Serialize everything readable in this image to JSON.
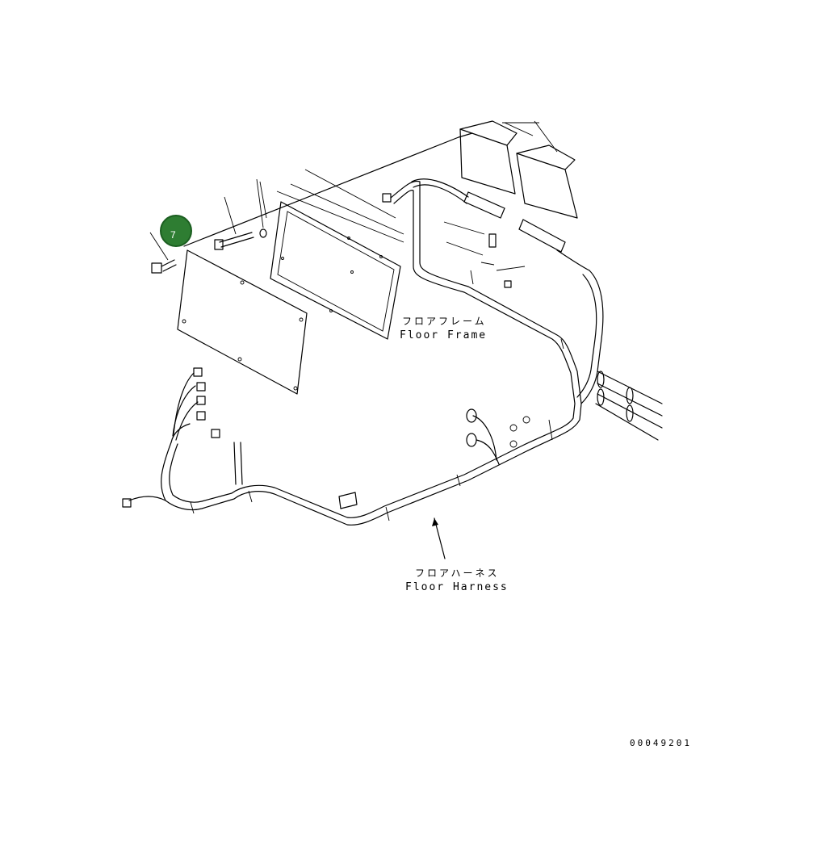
{
  "labels": {
    "floor_frame_jp": "フロアフレーム",
    "floor_frame_en": "Floor Frame",
    "floor_harness_jp": "フロアハーネス",
    "floor_harness_en": "Floor Harness",
    "drawing_number": "00049201"
  },
  "callout": {
    "number": "7",
    "color": "#2e7d32"
  }
}
